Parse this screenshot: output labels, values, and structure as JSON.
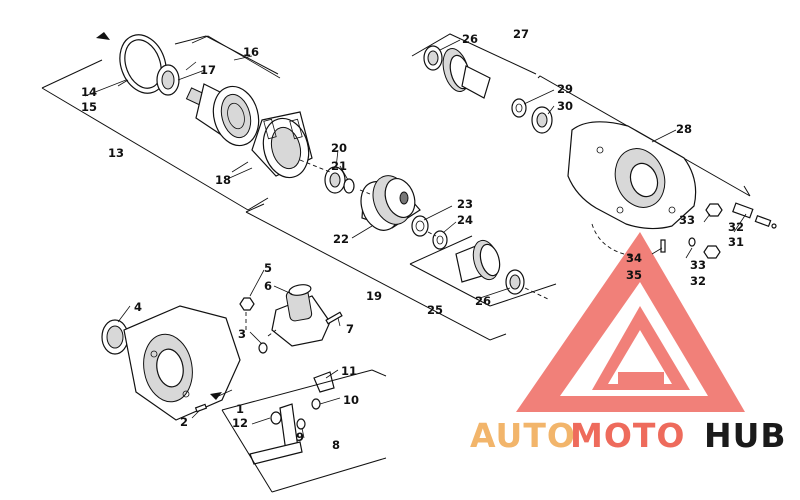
{
  "diagram": {
    "callouts": [
      "1",
      "2",
      "3",
      "4",
      "5",
      "6",
      "7",
      "8",
      "9",
      "10",
      "11",
      "12",
      "13",
      "14",
      "15",
      "16",
      "17",
      "18",
      "19",
      "20",
      "21",
      "22",
      "23",
      "24",
      "25",
      "26",
      "26",
      "27",
      "28",
      "29",
      "30",
      "31",
      "32",
      "32",
      "33",
      "33",
      "34",
      "35"
    ]
  },
  "watermark": {
    "auto": "AUTO",
    "moto": "MOTO",
    "hub": "HUB",
    "colors": {
      "auto": "#f2b56b",
      "moto": "#ee6b5c",
      "hub": "#1a1a1a",
      "logo": "#ef6a62"
    }
  }
}
